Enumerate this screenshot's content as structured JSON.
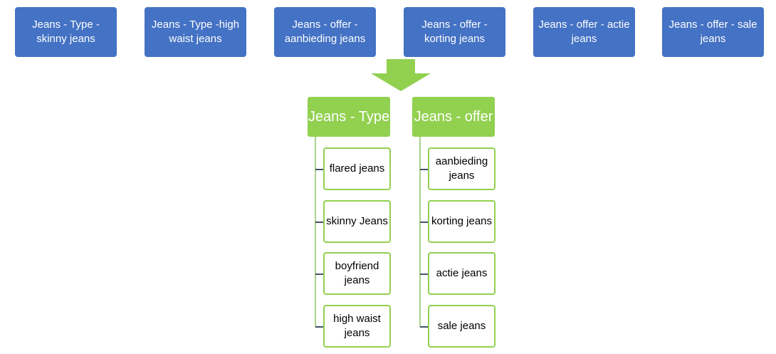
{
  "top_boxes": [
    "Jeans - Type - skinny jeans",
    "Jeans - Type -high waist jeans",
    "Jeans - offer - aanbieding jeans",
    "Jeans - offer - korting jeans",
    "Jeans - offer - actie jeans",
    "Jeans - offer - sale jeans"
  ],
  "groups": [
    {
      "title": "Jeans - Type",
      "children": [
        "flared jeans",
        "skinny Jeans",
        "boyfriend jeans",
        "high waist jeans"
      ]
    },
    {
      "title": "Jeans - offer",
      "children": [
        "aanbieding jeans",
        "korting jeans",
        "actie jeans",
        "sale jeans"
      ]
    }
  ],
  "colors": {
    "top_box_fill": "#4472c4",
    "green_fill": "#92d050",
    "connector": "#a9d18e",
    "tick": "#44546a"
  }
}
